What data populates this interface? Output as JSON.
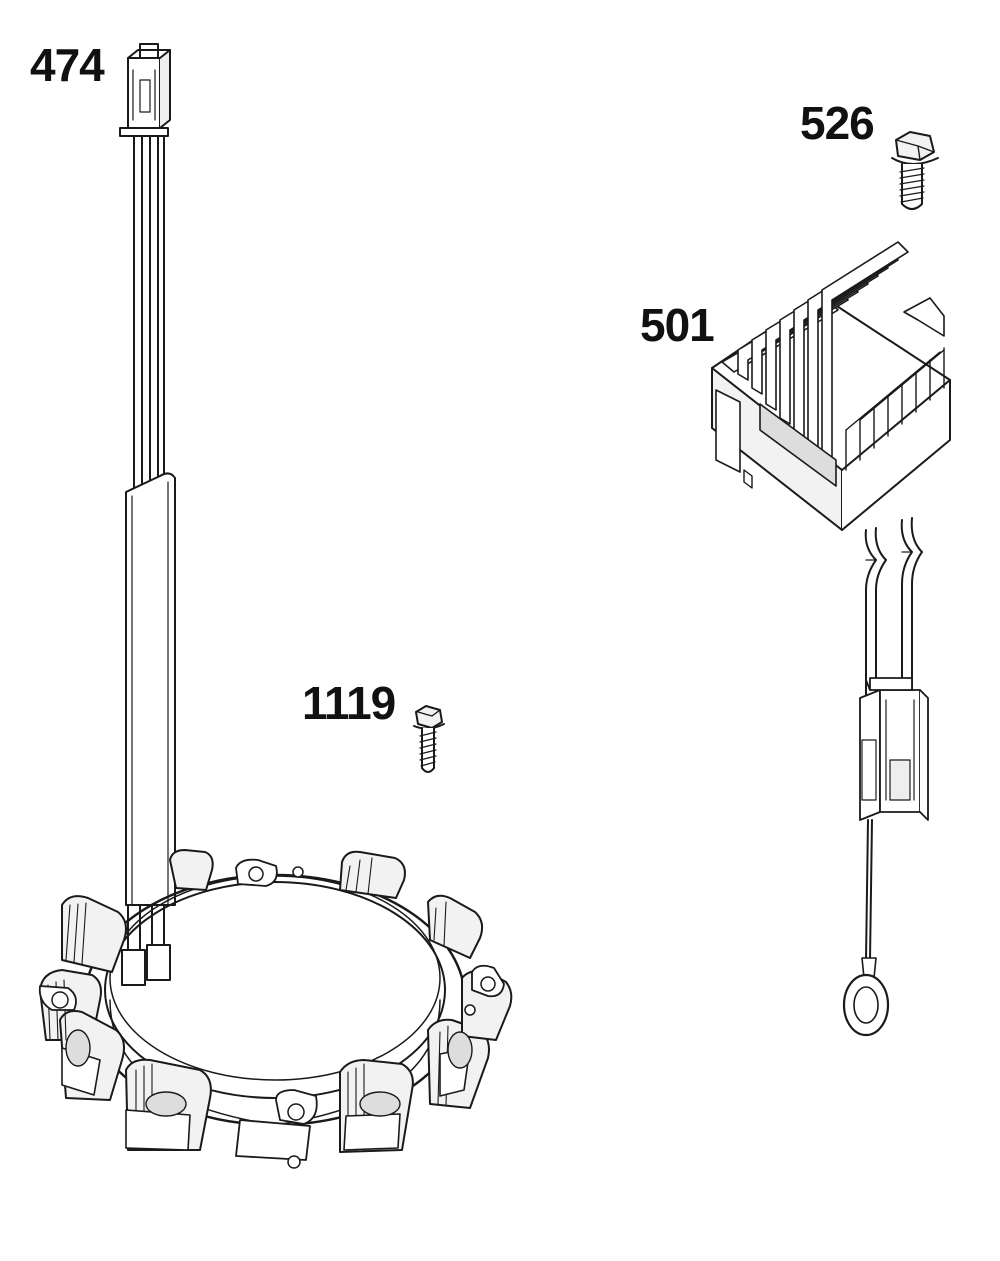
{
  "parts": [
    {
      "id": "474",
      "label": "474",
      "icon": "stator-harness-icon"
    },
    {
      "id": "526",
      "label": "526",
      "icon": "screw-icon"
    },
    {
      "id": "501",
      "label": "501",
      "icon": "regulator-rectifier-icon"
    },
    {
      "id": "1119",
      "label": "1119",
      "icon": "screw-icon"
    }
  ],
  "colors": {
    "line": "#1a1a1a",
    "fill_light": "#f2f2f2",
    "fill_mid": "#d8d8d8",
    "background": "#ffffff"
  }
}
